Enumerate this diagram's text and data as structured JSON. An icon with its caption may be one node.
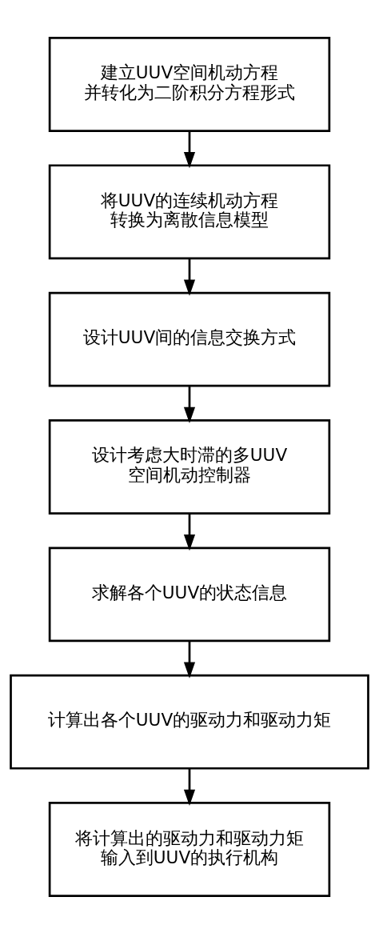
{
  "diagram": {
    "nodes": [
      {
        "text": [
          "建立UUV空间机动方程并转化为二阶积分方程形式"
        ]
      },
      {
        "text": [
          "将UUV的连续机动方程转换为离散信息模型"
        ]
      },
      {
        "text": [
          "设计UUV间的信息交换方式"
        ]
      },
      {
        "text": [
          "设计考虑大时滞的多UUV空间机动控制器"
        ]
      },
      {
        "text": [
          "求解各个UUV的状态信息"
        ]
      },
      {
        "text": [
          "计算出各个UUV的驱动力和驱动力矩"
        ]
      },
      {
        "text": [
          "将计算出的驱动力和驱动力矩输入到UUV的执行机构"
        ]
      }
    ],
    "edges": [
      {
        "from": 0,
        "to": 1,
        "arrow": "to"
      },
      {
        "from": 1,
        "to": 2,
        "arrow": "to"
      },
      {
        "from": 2,
        "to": 3,
        "arrow": "to"
      },
      {
        "from": 3,
        "to": 4,
        "arrow": "to"
      },
      {
        "from": 4,
        "to": 5,
        "arrow": "to"
      },
      {
        "from": 5,
        "to": 6,
        "arrow": "to"
      }
    ]
  }
}
